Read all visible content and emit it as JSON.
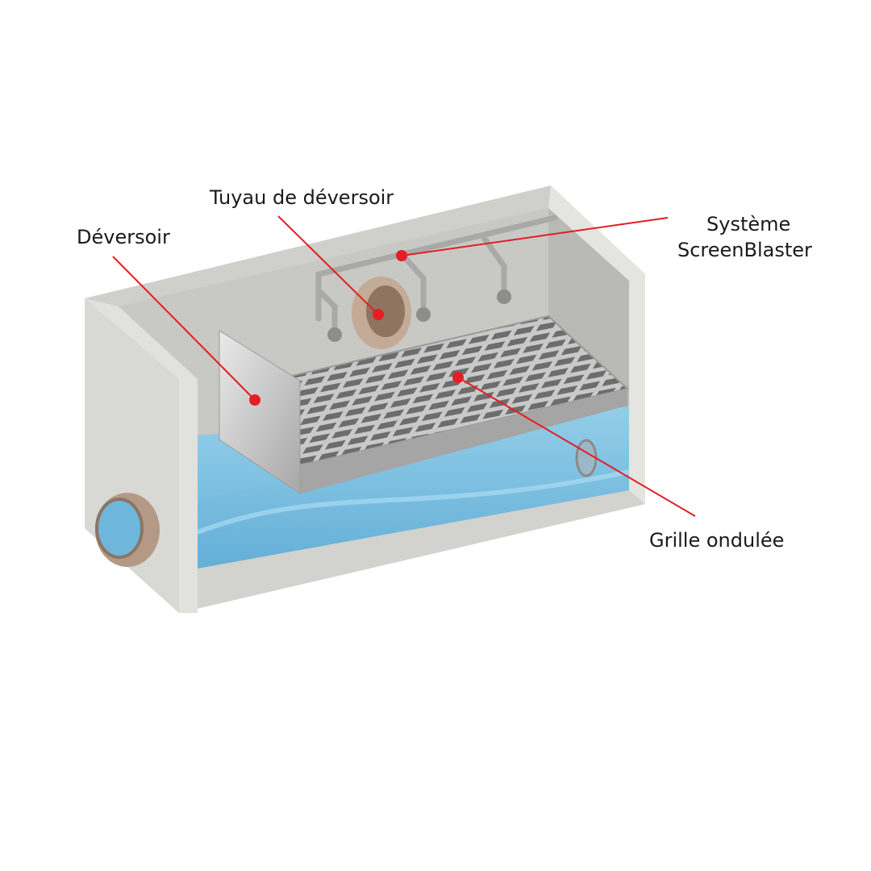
{
  "labels": {
    "weir": "Déversoir",
    "weir_pipe": "Tuyau de déversoir",
    "screenblaster_line1": "Système",
    "screenblaster_line2": "ScreenBlaster",
    "grate": "Grille ondulée"
  },
  "colors": {
    "callout": "#e31e24",
    "water": "#7cc3e6",
    "concrete": "#d6d6d2",
    "pipe_brown": "#b49a86"
  }
}
